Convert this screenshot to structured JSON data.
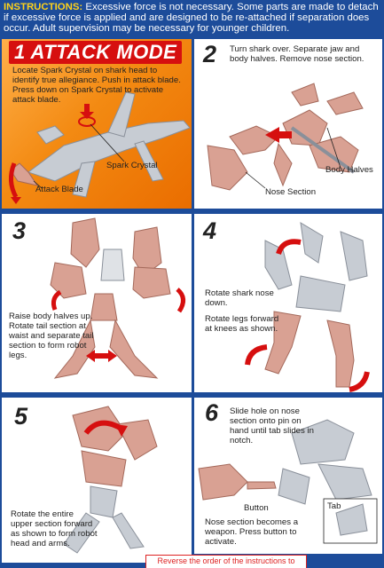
{
  "header": {
    "label": "INSTRUCTIONS:",
    "text": " Excessive force is not necessary. Some parts are made to detach if excessive force is applied and are designed to be re-attached if separation does occur. Adult supervision may be necessary for younger children."
  },
  "step1": {
    "title": "1 ATTACK MODE",
    "text": "Locate Spark Crystal on shark head to identify true allegiance. Push in attack blade. Press down on Spark Crystal to activate attack blade.",
    "label_crystal": "Spark Crystal",
    "label_blade": "Attack Blade"
  },
  "step2": {
    "number": "2",
    "text": "Turn shark over. Separate jaw and body halves. Remove nose section.",
    "label_body": "Body Halves",
    "label_nose": "Nose Section"
  },
  "step3": {
    "number": "3",
    "text": "Raise body halves up. Rotate tail section at waist and separate tail section to form robot legs."
  },
  "step4": {
    "number": "4",
    "text1": "Rotate shark nose down.",
    "text2": "Rotate legs forward at knees as shown."
  },
  "step5": {
    "number": "5",
    "text": "Rotate the entire upper section forward as shown to form robot head and arms."
  },
  "step6": {
    "number": "6",
    "text1": "Slide hole on nose section onto pin on hand until tab slides in notch.",
    "label_button": "Button",
    "text2": "Nose section becomes a weapon. Press button to activate.",
    "label_tab": "Tab"
  },
  "footer": {
    "text": "Reverse the order of the instructions to"
  },
  "colors": {
    "background": "#1d4c9a",
    "accent_red": "#d60f0f",
    "orange": "#f38a12",
    "part_pink": "#d9a193",
    "part_grey": "#c7ccd3"
  }
}
